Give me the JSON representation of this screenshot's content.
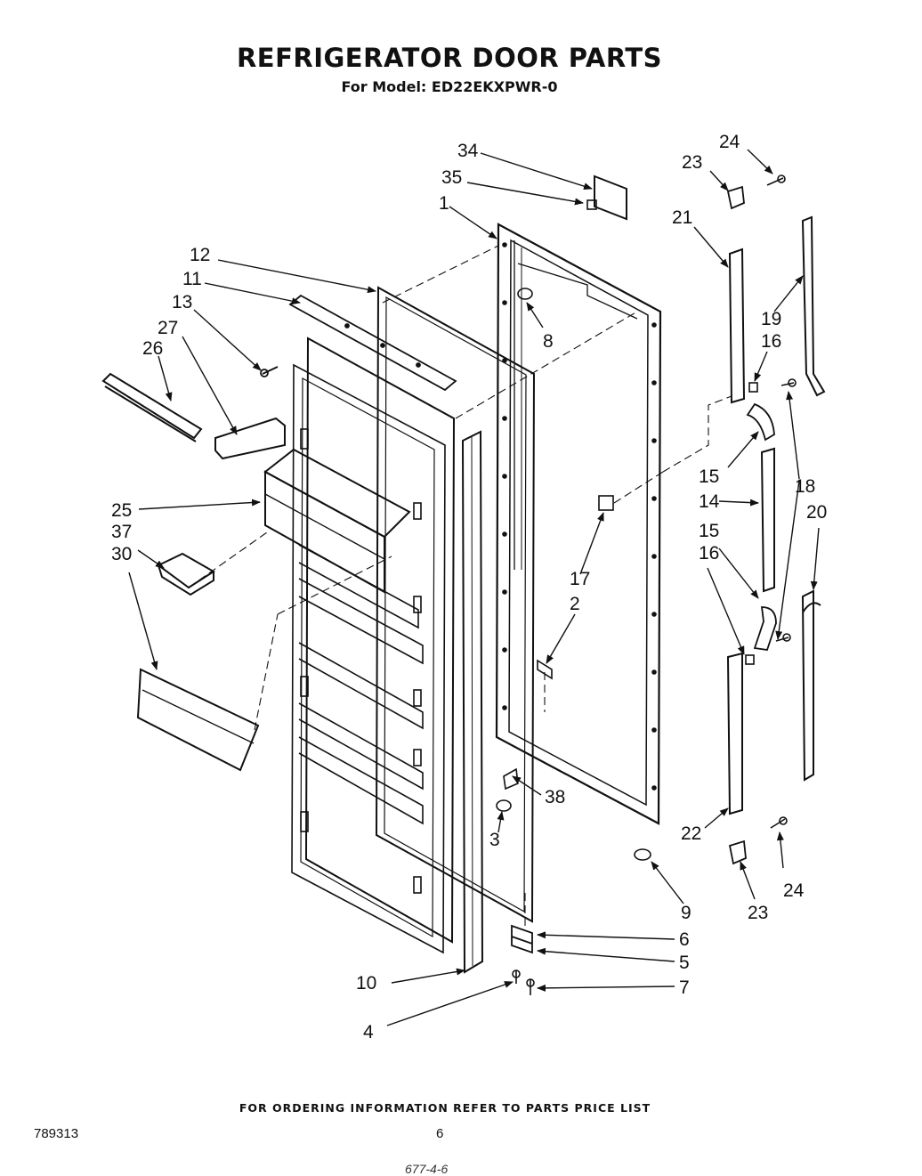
{
  "title": "REFRIGERATOR DOOR PARTS",
  "subtitle": "For Model: ED22EKXPWR-0",
  "footer_note": "FOR ORDERING INFORMATION REFER TO PARTS PRICE LIST",
  "document_number": "789313",
  "page_number": "6",
  "bottom_stamp": "677-4-6",
  "callouts": [
    {
      "id": "c34",
      "label": "34"
    },
    {
      "id": "c35",
      "label": "35"
    },
    {
      "id": "c1",
      "label": "1"
    },
    {
      "id": "c24a",
      "label": "24"
    },
    {
      "id": "c23a",
      "label": "23"
    },
    {
      "id": "c21",
      "label": "21"
    },
    {
      "id": "c12",
      "label": "12"
    },
    {
      "id": "c11",
      "label": "11"
    },
    {
      "id": "c13",
      "label": "13"
    },
    {
      "id": "c27",
      "label": "27"
    },
    {
      "id": "c26",
      "label": "26"
    },
    {
      "id": "c8",
      "label": "8"
    },
    {
      "id": "c19",
      "label": "19"
    },
    {
      "id": "c16a",
      "label": "16"
    },
    {
      "id": "c15a",
      "label": "15"
    },
    {
      "id": "c18",
      "label": "18"
    },
    {
      "id": "c14",
      "label": "14"
    },
    {
      "id": "c25",
      "label": "25"
    },
    {
      "id": "c37",
      "label": "37"
    },
    {
      "id": "c30",
      "label": "30"
    },
    {
      "id": "c20",
      "label": "20"
    },
    {
      "id": "c15b",
      "label": "15"
    },
    {
      "id": "c16b",
      "label": "16"
    },
    {
      "id": "c17",
      "label": "17"
    },
    {
      "id": "c2",
      "label": "2"
    },
    {
      "id": "c38",
      "label": "38"
    },
    {
      "id": "c3",
      "label": "3"
    },
    {
      "id": "c22",
      "label": "22"
    },
    {
      "id": "c9",
      "label": "9"
    },
    {
      "id": "c24b",
      "label": "24"
    },
    {
      "id": "c23b",
      "label": "23"
    },
    {
      "id": "c6",
      "label": "6"
    },
    {
      "id": "c5",
      "label": "5"
    },
    {
      "id": "c10",
      "label": "10"
    },
    {
      "id": "c7",
      "label": "7"
    },
    {
      "id": "c4",
      "label": "4"
    }
  ]
}
